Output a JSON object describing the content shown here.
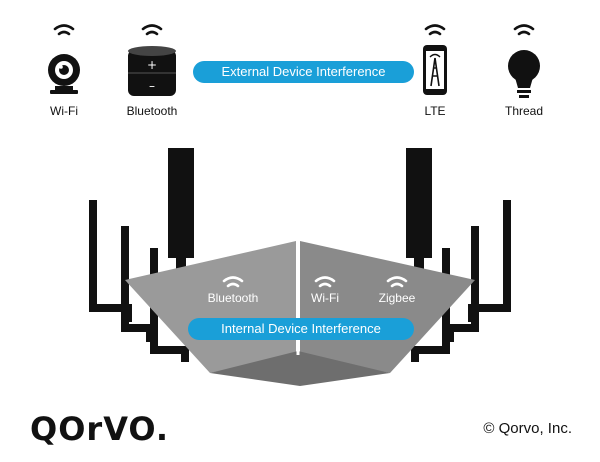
{
  "devices": [
    {
      "label": "Wi-Fi",
      "icon": "webcam-icon"
    },
    {
      "label": "Bluetooth",
      "icon": "speaker-icon"
    },
    {
      "label": "LTE",
      "icon": "phone-icon"
    },
    {
      "label": "Thread",
      "icon": "lightbulb-icon"
    }
  ],
  "external_label": "External Device Interference",
  "internal_label": "Internal Device Interference",
  "router_radios": [
    {
      "label": "Bluetooth"
    },
    {
      "label": "Wi-Fi"
    },
    {
      "label": "Zigbee"
    }
  ],
  "logo_text": "QOrVO.",
  "copyright": "© Qorvo, Inc.",
  "colors": {
    "accent": "#1a9fd8",
    "router": "#8e8e8e",
    "antenna": "#111111"
  }
}
